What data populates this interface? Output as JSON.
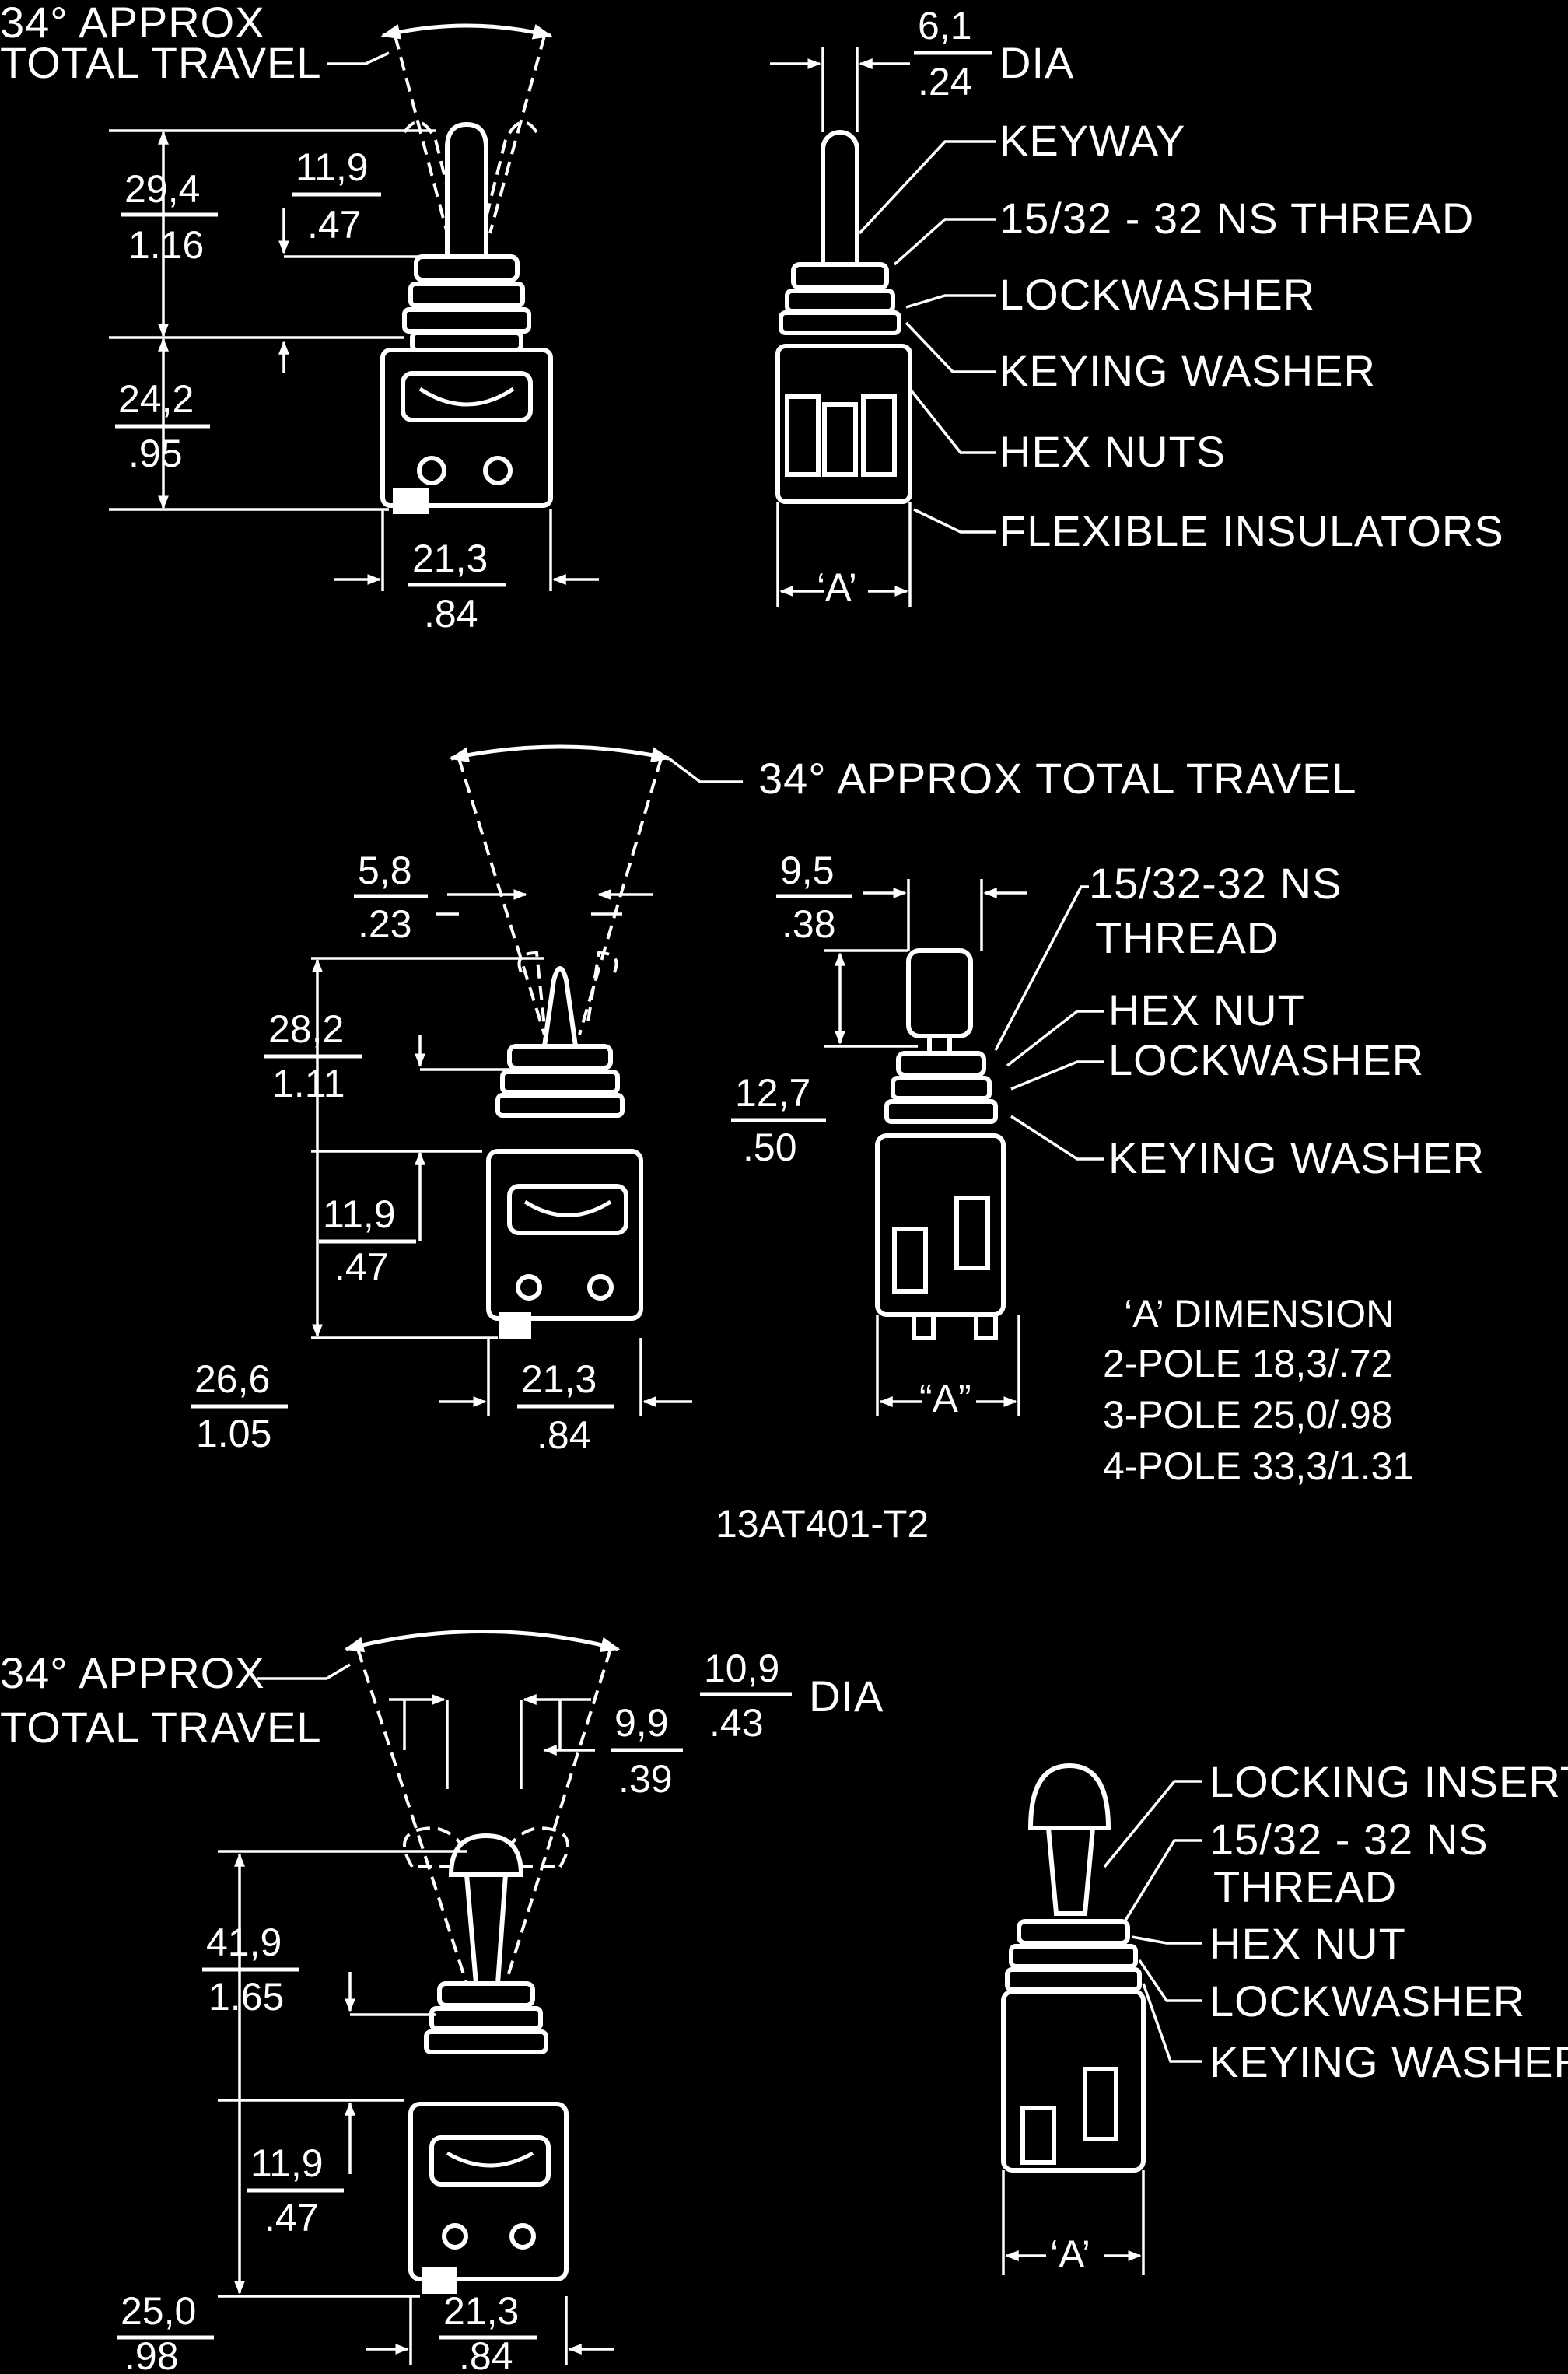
{
  "figure1": {
    "travel_line1": "34° APPROX",
    "travel_line2": "TOTAL TRAVEL",
    "dim_overall": {
      "top": "29,4",
      "bottom": "1.16"
    },
    "dim_lever": {
      "top": "11,9",
      "bottom": ".47"
    },
    "dim_body": {
      "top": "24,2",
      "bottom": ".95"
    },
    "dim_width": {
      "top": "21,3",
      "bottom": ".84"
    },
    "dim_dia": {
      "top": "6,1",
      "bottom": ".24",
      "suffix": "DIA"
    },
    "callouts": [
      "KEYWAY",
      "15/32 - 32 NS THREAD",
      "LOCKWASHER",
      "KEYING WASHER",
      "HEX NUTS",
      "FLEXIBLE INSULATORS"
    ],
    "a_label": "‘A’"
  },
  "figure2": {
    "travel": "34° APPROX TOTAL TRAVEL",
    "dim_tip": {
      "top": "5,8",
      "bottom": ".23"
    },
    "dim_overall": {
      "top": "28,2",
      "bottom": "1.11"
    },
    "dim_bushing": {
      "top": "11,9",
      "bottom": ".47"
    },
    "dim_body": {
      "top": "26,6",
      "bottom": "1.05"
    },
    "dim_width": {
      "top": "21,3",
      "bottom": ".84"
    },
    "dim_cap": {
      "top": "9,5",
      "bottom": ".38"
    },
    "dim_cap_height": {
      "top": "12,7",
      "bottom": ".50"
    },
    "thread_line1": "15/32-32 NS",
    "thread_line2": "THREAD",
    "callouts": [
      "HEX NUT",
      "LOCKWASHER",
      "KEYING WASHER"
    ],
    "a_label": "“A”",
    "a_dimension": {
      "title": "‘A’ DIMENSION",
      "rows": [
        "2-POLE 18,3/.72",
        "3-POLE 25,0/.98",
        "4-POLE 33,3/1.31"
      ]
    },
    "part_number": "13AT401-T2"
  },
  "figure3": {
    "travel_line1": "34° APPROX",
    "travel_line2": "TOTAL TRAVEL",
    "dim_dia": {
      "top": "10,9",
      "bottom": ".43",
      "suffix": "DIA"
    },
    "dim_stem": {
      "top": "9,9",
      "bottom": ".39"
    },
    "dim_overall": {
      "top": "41,9",
      "bottom": "1.65"
    },
    "dim_bushing": {
      "top": "11,9",
      "bottom": ".47"
    },
    "dim_body": {
      "top": "25,0",
      "bottom": ".98"
    },
    "dim_width": {
      "top": "21,3",
      "bottom": ".84"
    },
    "callouts": [
      "LOCKING INSERT",
      "15/32 - 32 NS",
      "THREAD",
      "HEX NUT",
      "LOCKWASHER",
      "KEYING WASHER"
    ],
    "a_label": "‘A’"
  }
}
